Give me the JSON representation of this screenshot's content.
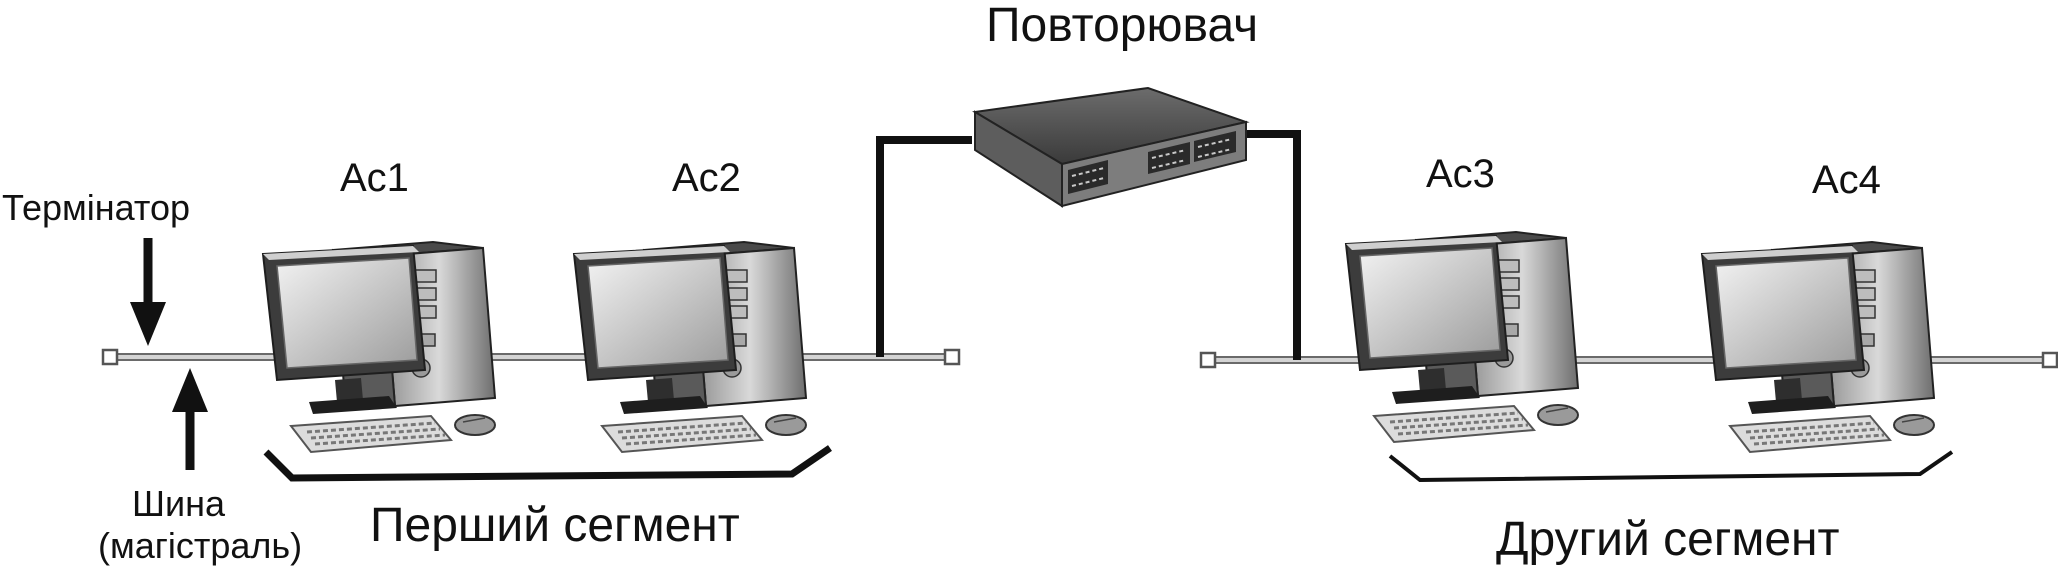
{
  "labels": {
    "repeater": "Повторювач",
    "terminator": "Термінатор",
    "bus_line1": "Шина",
    "bus_line2": "(магістраль)",
    "segment1": "Перший сегмент",
    "segment2": "Другий сегмент"
  },
  "workstations": [
    {
      "label": "Ас1"
    },
    {
      "label": "Ас2"
    },
    {
      "label": "Ас3"
    },
    {
      "label": "Ас4"
    }
  ],
  "icons": {
    "repeater": "network-hub-icon",
    "workstation": "desktop-computer-icon",
    "terminator": "terminator-square-icon"
  },
  "colors": {
    "bus": "#d4d4d4",
    "bus_outline": "#6a6a6a",
    "cable": "#111111",
    "text": "#111111"
  }
}
